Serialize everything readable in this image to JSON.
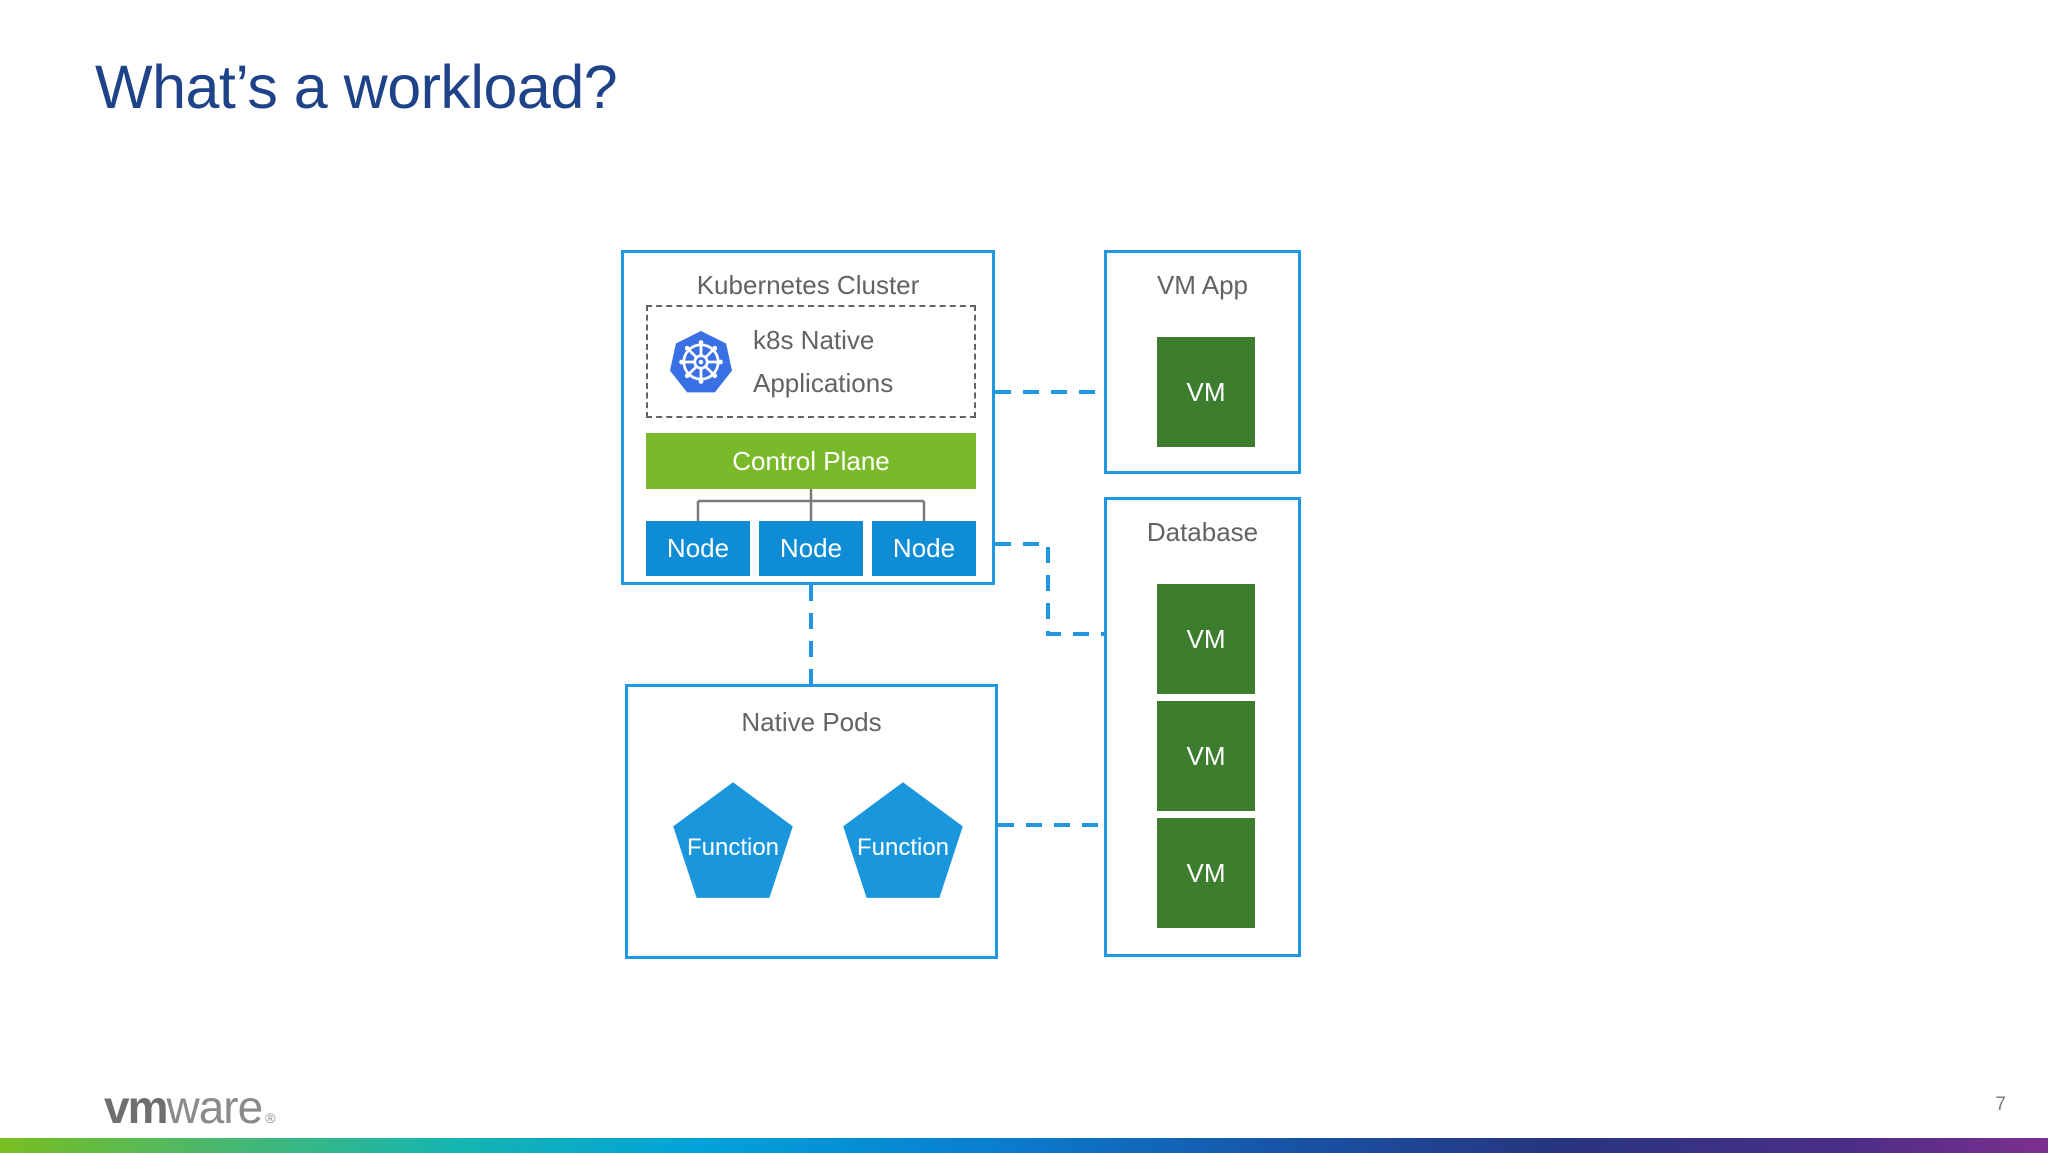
{
  "slide": {
    "title": "What’s a workload?",
    "page_number": "7",
    "title_color": "#1F4389",
    "background": "#ffffff"
  },
  "diagram": {
    "kubernetes_cluster": {
      "title": "Kubernetes Cluster",
      "border_color": "#2196E3",
      "native_apps": {
        "label_line1": "k8s Native",
        "label_line2": "Applications",
        "icon": "kubernetes-helm-wheel-icon",
        "icon_color": "#3970E4",
        "border_style": "dashed",
        "border_color": "#636363"
      },
      "control_plane": {
        "label": "Control Plane",
        "color": "#7AB929",
        "text_color": "#ffffff"
      },
      "nodes": [
        {
          "label": "Node"
        },
        {
          "label": "Node"
        },
        {
          "label": "Node"
        }
      ],
      "node_color": "#0E8CD6",
      "connector_color": "#7A7A7A"
    },
    "native_pods": {
      "title": "Native Pods",
      "border_color": "#2196E3",
      "functions": [
        {
          "label": "Function",
          "shape": "pentagon",
          "color": "#1A97DC"
        },
        {
          "label": "Function",
          "shape": "pentagon",
          "color": "#1A97DC"
        }
      ]
    },
    "vm_app": {
      "title": "VM App",
      "border_color": "#2196E3",
      "vms": [
        {
          "label": "VM"
        }
      ],
      "vm_color": "#3C7D2E"
    },
    "database": {
      "title": "Database",
      "border_color": "#2196E3",
      "vms": [
        {
          "label": "VM"
        },
        {
          "label": "VM"
        },
        {
          "label": "VM"
        }
      ],
      "vm_color": "#3C7D2E"
    },
    "connector_color": "#2196E3",
    "connector_style": "dashed"
  },
  "footer": {
    "brand_bold": "vm",
    "brand_light": "ware",
    "registered_mark": "®",
    "gradient_stops": [
      "#78BE20",
      "#16B5B0",
      "#00A3D9",
      "#0A7FD0",
      "#27357E",
      "#7D2F8F"
    ]
  }
}
